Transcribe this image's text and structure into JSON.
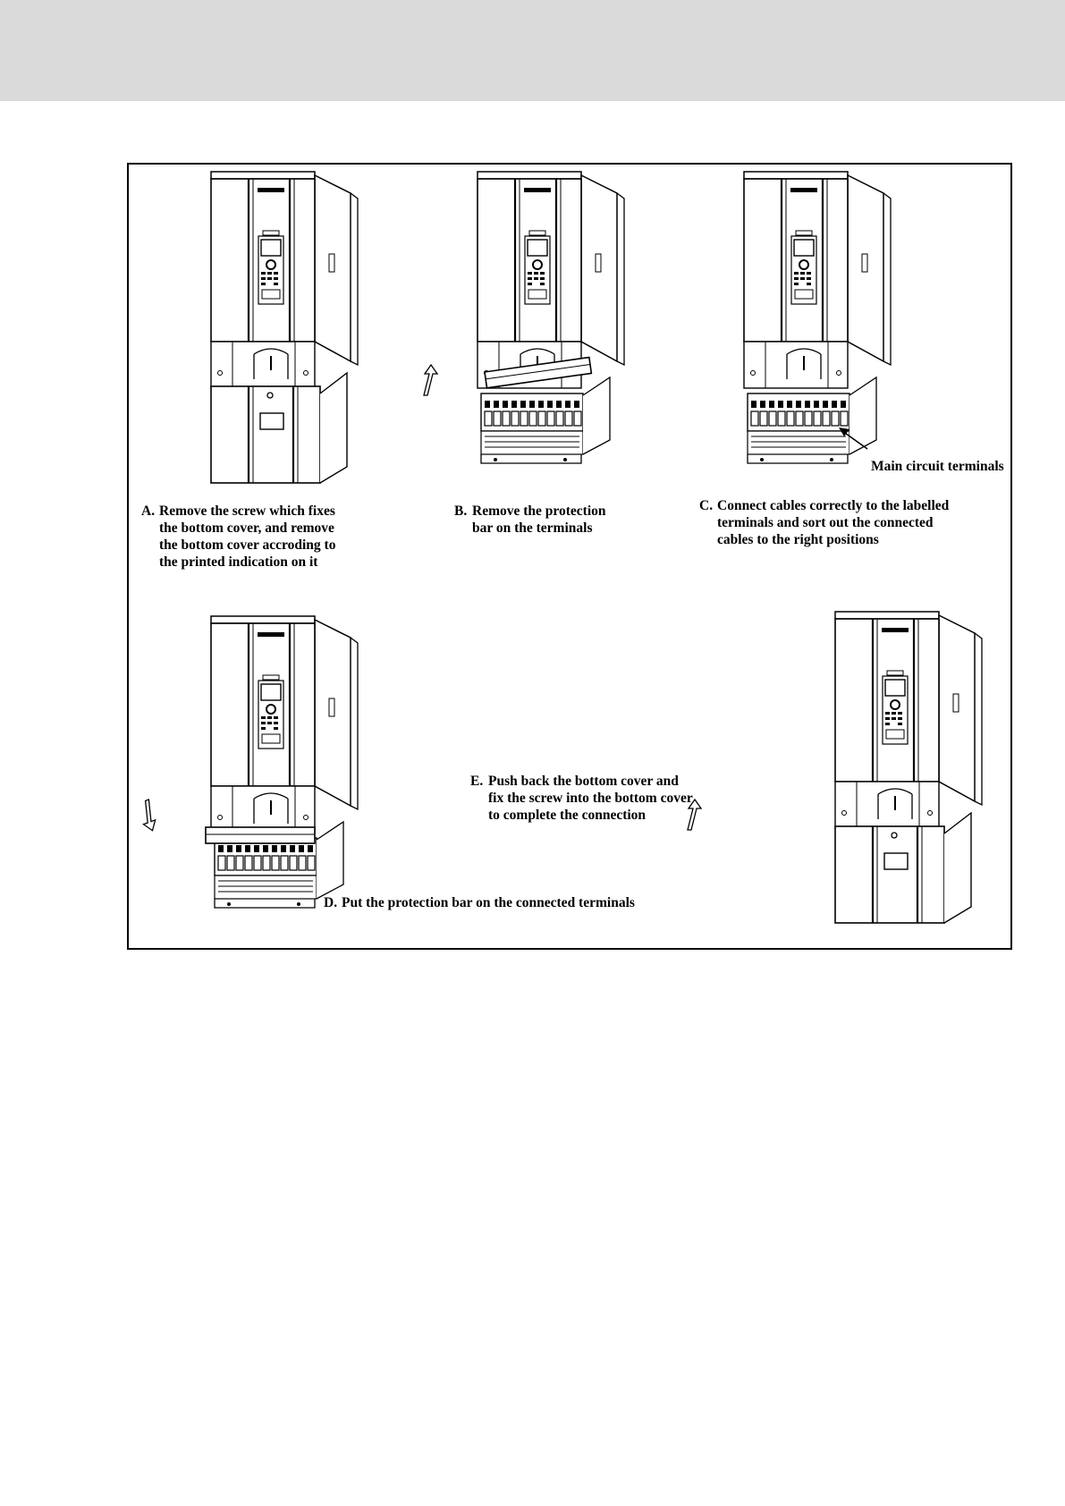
{
  "figure": {
    "steps": [
      {
        "letter": "A.",
        "lines": [
          "Remove the screw which fixes",
          "the bottom cover, and remove",
          "the bottom cover accroding to",
          "the printed indication on it"
        ],
        "variant": "cover-removed"
      },
      {
        "letter": "B.",
        "lines": [
          "Remove the protection",
          "bar on the terminals"
        ],
        "variant": "bar-removed"
      },
      {
        "letter": "C.",
        "lines": [
          "Connect cables correctly to the labelled",
          "terminals and sort out the connected",
          "cables to the right positions"
        ],
        "variant": "terminals-exposed"
      },
      {
        "letter": "D.",
        "lines": [
          "Put the protection bar on the connected terminals"
        ],
        "variant": "bar-replaced"
      },
      {
        "letter": "E.",
        "lines": [
          "Push back the bottom cover and",
          "fix the screw into the bottom cover",
          "to complete the connection"
        ],
        "variant": "cover-replaced"
      }
    ],
    "callout": "Main circuit terminals",
    "icons": [
      "arrow-up-icon",
      "arrow-down-icon"
    ]
  }
}
